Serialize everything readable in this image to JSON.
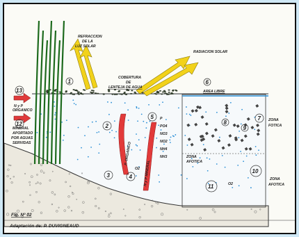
{
  "labels": {
    "refraction": [
      "REFRACCION",
      "DE LA",
      "LUZ SOLAR"
    ],
    "radiation": "RADIACION SOLAR",
    "cover": [
      "COBERTURA",
      "DE",
      "LENTEJA DE AGUA"
    ],
    "free_area": "AREA LIBRE",
    "photic": [
      "ZONA",
      "FOTICA"
    ],
    "aphotic_left": [
      "ZONA",
      "AFOTICA"
    ],
    "aphotic_right": [
      "ZONA",
      "AFOTICA"
    ],
    "np_organic": [
      "N y P",
      "ORGANICO"
    ],
    "mineral": [
      "MINERAL",
      "APORTADO",
      "POR AGUAS",
      "SERVIDAS"
    ],
    "organic_p": "P. ORGANICO",
    "mineral_np": "N y P MINERAL",
    "chem": [
      "P",
      "PO4",
      "NO3",
      "NO2",
      "NH4",
      "NH3"
    ],
    "o2_left": "O2",
    "o2_right": "O2",
    "figure": "Fig. Nº 02",
    "adaptation": "Adaptación de: P. DUVIGNEAUD"
  },
  "numbers": {
    "n1": "1",
    "n2": "2",
    "n3": "3",
    "n4": "4",
    "n5": "5",
    "n6": "6",
    "n7": "7",
    "n8": "8",
    "n9": "9",
    "n10": "10",
    "n11": "11",
    "n12": "12",
    "n13": "13"
  },
  "colors": {
    "frame": "#cfe8f5",
    "arrow_yellow": "#f2d21a",
    "arrow_red": "#e03b3b",
    "band_red": "#e23a3a",
    "water_dots": "#2a8fd6",
    "reed": "#1d6a1d"
  }
}
